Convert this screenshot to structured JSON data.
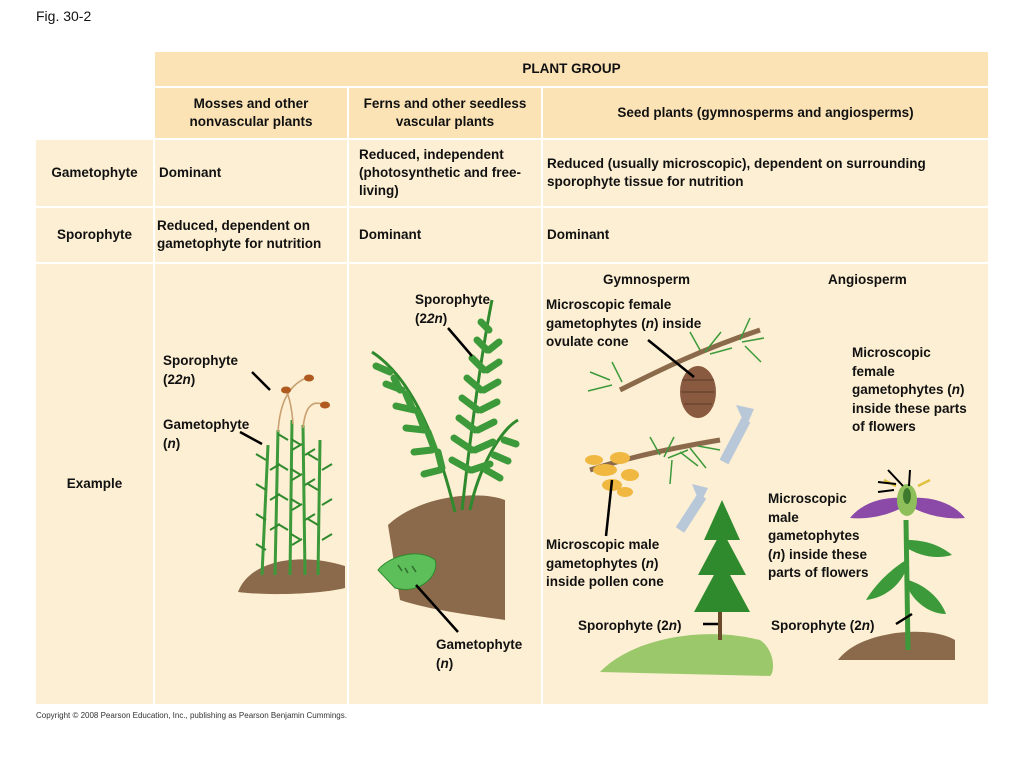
{
  "figure_label": "Fig. 30-2",
  "table": {
    "group_header": "PLANT GROUP",
    "columns": [
      "Mosses and other nonvascular plants",
      "Ferns and other seedless vascular plants",
      "Seed plants (gymnosperms and angiosperms)"
    ],
    "rows": {
      "gametophyte": {
        "label": "Gametophyte",
        "mosses": "Dominant",
        "ferns": "Reduced, independent (photosynthetic and free-living)",
        "seed": "Reduced (usually microscopic), dependent on surrounding sporophyte tissue for nutrition"
      },
      "sporophyte": {
        "label": "Sporophyte",
        "mosses": "Reduced, dependent on gametophyte for nutrition",
        "ferns": "Dominant",
        "seed": "Dominant"
      },
      "example": {
        "label": "Example"
      }
    }
  },
  "examples": {
    "moss": {
      "sporophyte": "Sporophyte",
      "sporophyte_ploidy": "2n",
      "gametophyte": "Gametophyte",
      "gametophyte_ploidy": "n"
    },
    "fern": {
      "sporophyte": "Sporophyte",
      "sporophyte_ploidy": "2n",
      "gametophyte": "Gametophyte",
      "gametophyte_ploidy": "n"
    },
    "gymnosperm": {
      "heading": "Gymnosperm",
      "female_pre": "Microscopic female gametophytes (",
      "female_n": "n",
      "female_post": ") inside ovulate cone",
      "male_pre": "Microscopic male gametophytes (",
      "male_n": "n",
      "male_post": ") inside pollen cone",
      "sporophyte": "Sporophyte (2",
      "sporophyte_n": "n",
      "sporophyte_close": ")"
    },
    "angiosperm": {
      "heading": "Angiosperm",
      "female_pre": "Microscopic female gametophytes (",
      "female_n": "n",
      "female_post": ") inside these parts of flowers",
      "male_pre": "Microscopic male gametophytes (",
      "male_n": "n",
      "male_post": ") inside these parts of flowers",
      "sporophyte": "Sporophyte (2",
      "sporophyte_n": "n",
      "sporophyte_close": ")"
    }
  },
  "copyright": "Copyright © 2008 Pearson Education, Inc., publishing as Pearson Benjamin Cummings.",
  "colors": {
    "cell": "#fdefd3",
    "header": "#fbe3b6",
    "grid": "#ffffff",
    "leaf": "#3d9a3a",
    "soil": "#8a6a4a",
    "hill": "#9bc86a",
    "cone": "#8a5a40",
    "pollen": "#f0b840",
    "petal": "#8b4aa8",
    "arrow": "#b8c8d8"
  }
}
